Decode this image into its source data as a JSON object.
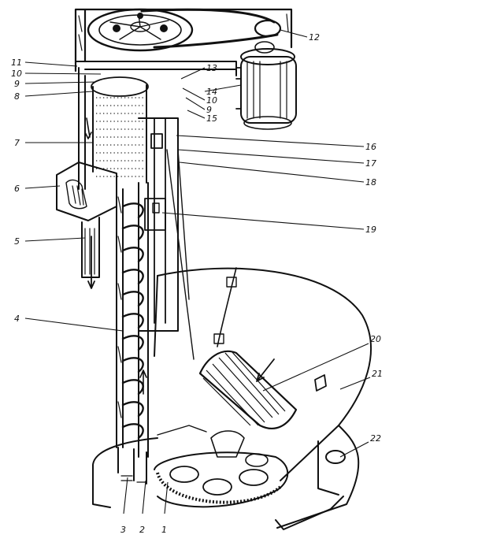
{
  "figure": {
    "callouts": [
      {
        "id": "1",
        "label": "1"
      },
      {
        "id": "2",
        "label": "2"
      },
      {
        "id": "3",
        "label": "3"
      },
      {
        "id": "4",
        "label": "4"
      },
      {
        "id": "5",
        "label": "5"
      },
      {
        "id": "6",
        "label": "6"
      },
      {
        "id": "7",
        "label": "7"
      },
      {
        "id": "8",
        "label": "8"
      },
      {
        "id": "9a",
        "label": "9"
      },
      {
        "id": "10a",
        "label": "10"
      },
      {
        "id": "11",
        "label": "11"
      },
      {
        "id": "12",
        "label": "12"
      },
      {
        "id": "13",
        "label": "13"
      },
      {
        "id": "14",
        "label": "14"
      },
      {
        "id": "10b",
        "label": "10"
      },
      {
        "id": "9b",
        "label": "9"
      },
      {
        "id": "15",
        "label": "15"
      },
      {
        "id": "16",
        "label": "16"
      },
      {
        "id": "17",
        "label": "17"
      },
      {
        "id": "18",
        "label": "18"
      },
      {
        "id": "19",
        "label": "19"
      },
      {
        "id": "20",
        "label": "20"
      },
      {
        "id": "21",
        "label": "21"
      },
      {
        "id": "22",
        "label": "22"
      }
    ]
  }
}
